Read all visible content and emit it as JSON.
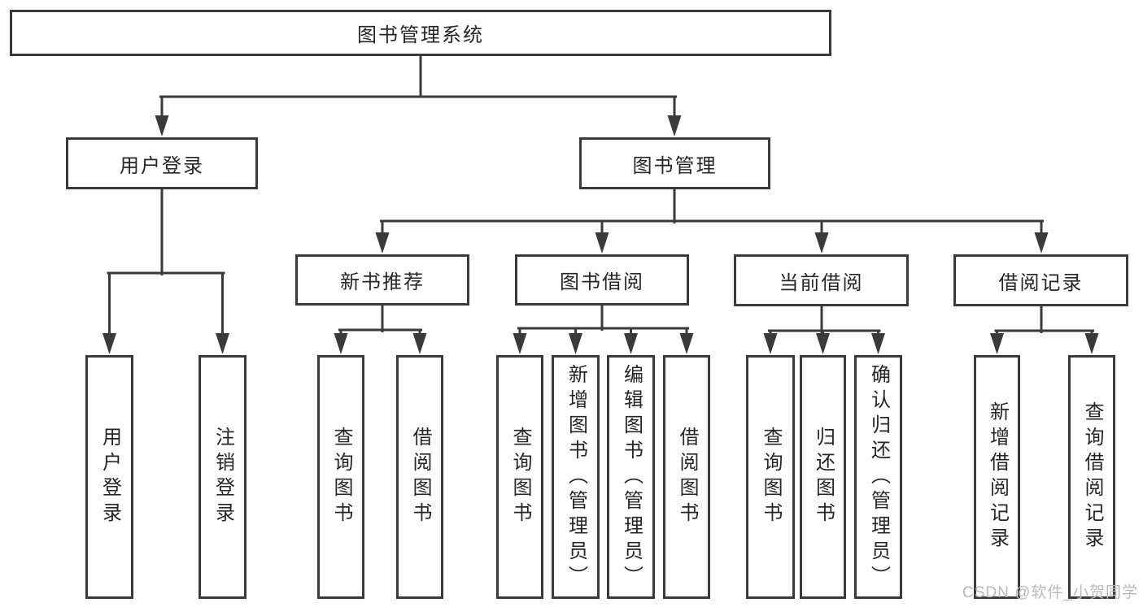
{
  "nodes": {
    "root": {
      "label": "图书管理系统"
    },
    "level2": [
      {
        "label": "用户登录"
      },
      {
        "label": "图书管理"
      }
    ],
    "level3": [
      {
        "label": "新书推荐"
      },
      {
        "label": "图书借阅"
      },
      {
        "label": "当前借阅"
      },
      {
        "label": "借阅记录"
      }
    ],
    "level4": [
      {
        "label": "用户登录"
      },
      {
        "label": "注销登录"
      },
      {
        "label": "查询图书"
      },
      {
        "label": "借阅图书"
      },
      {
        "label": "查询图书"
      },
      {
        "label": "新增图书（管理员）"
      },
      {
        "label": "编辑图书（管理员）"
      },
      {
        "label": "借阅图书"
      },
      {
        "label": "查询图书"
      },
      {
        "label": "归还图书"
      },
      {
        "label": "确认归还（管理员）"
      },
      {
        "label": "新增借阅记录"
      },
      {
        "label": "查询借阅记录"
      }
    ]
  },
  "watermark": {
    "text": "CSDN @软件_小贺同学"
  },
  "colors": {
    "line": "#3a3a3a",
    "text": "#262626",
    "background": "#ffffff",
    "watermark": "#b9b9b9"
  }
}
